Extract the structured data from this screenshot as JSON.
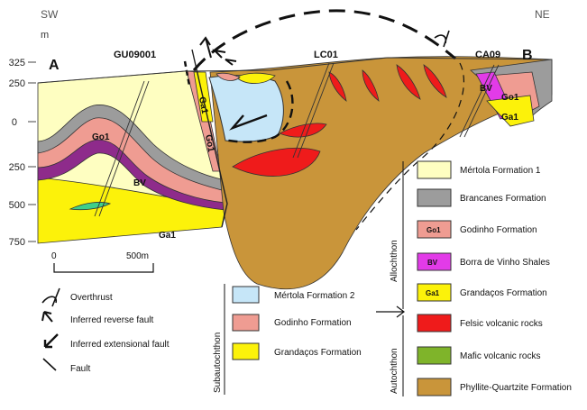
{
  "orientation": {
    "left": "SW",
    "right": "NE"
  },
  "depth_axis": {
    "unit": "m",
    "ticks": [
      "325",
      "250",
      "0",
      "250",
      "500",
      "750"
    ]
  },
  "section_ends": {
    "left": "A",
    "right": "B"
  },
  "boreholes": [
    "GU09001",
    "LC01",
    "CA09"
  ],
  "scale_bar": {
    "start": "0",
    "end": "500m"
  },
  "unit_labels": {
    "go1": "Go1",
    "bv": "BV",
    "ga1": "Ga1"
  },
  "structure_legend": [
    {
      "icon": "overthrust-icon",
      "label": "Overthrust"
    },
    {
      "icon": "inferred-reverse-fault-icon",
      "label": "Inferred reverse fault"
    },
    {
      "icon": "inferred-extensional-fault-icon",
      "label": "Inferred extensional fault"
    },
    {
      "icon": "fault-icon",
      "label": "Fault"
    }
  ],
  "subautochthon": {
    "title": "Subautochthon",
    "items": [
      {
        "label": "Mértola Formation 2",
        "color": "#c6e6f8"
      },
      {
        "label": "Godinho Formation",
        "color": "#ef9c92"
      },
      {
        "label": "Grandaços Formation",
        "color": "#fcf20a"
      }
    ]
  },
  "allochthon": {
    "title": "Allochthon",
    "items": [
      {
        "label": "Mértola Formation 1",
        "color": "#fefec1",
        "code": ""
      },
      {
        "label": "Brancanes Formation",
        "color": "#9c9c9c",
        "code": ""
      },
      {
        "label": "Godinho Formation",
        "color": "#ef9c92",
        "code": "Go1"
      },
      {
        "label": "Borra de Vinho Shales",
        "color": "#e23be8",
        "code": "BV"
      },
      {
        "label": "Grandaços Formation",
        "color": "#fcf20a",
        "code": "Ga1"
      }
    ]
  },
  "autochthon": {
    "title": "Autochthon",
    "items": [
      {
        "label": "Felsic volcanic rocks",
        "color": "#ef1b1b"
      },
      {
        "label": "Mafic volcanic rocks",
        "color": "#7fb42a"
      },
      {
        "label": "Phyllite-Quartzite Formation",
        "color": "#c9953a"
      }
    ]
  }
}
